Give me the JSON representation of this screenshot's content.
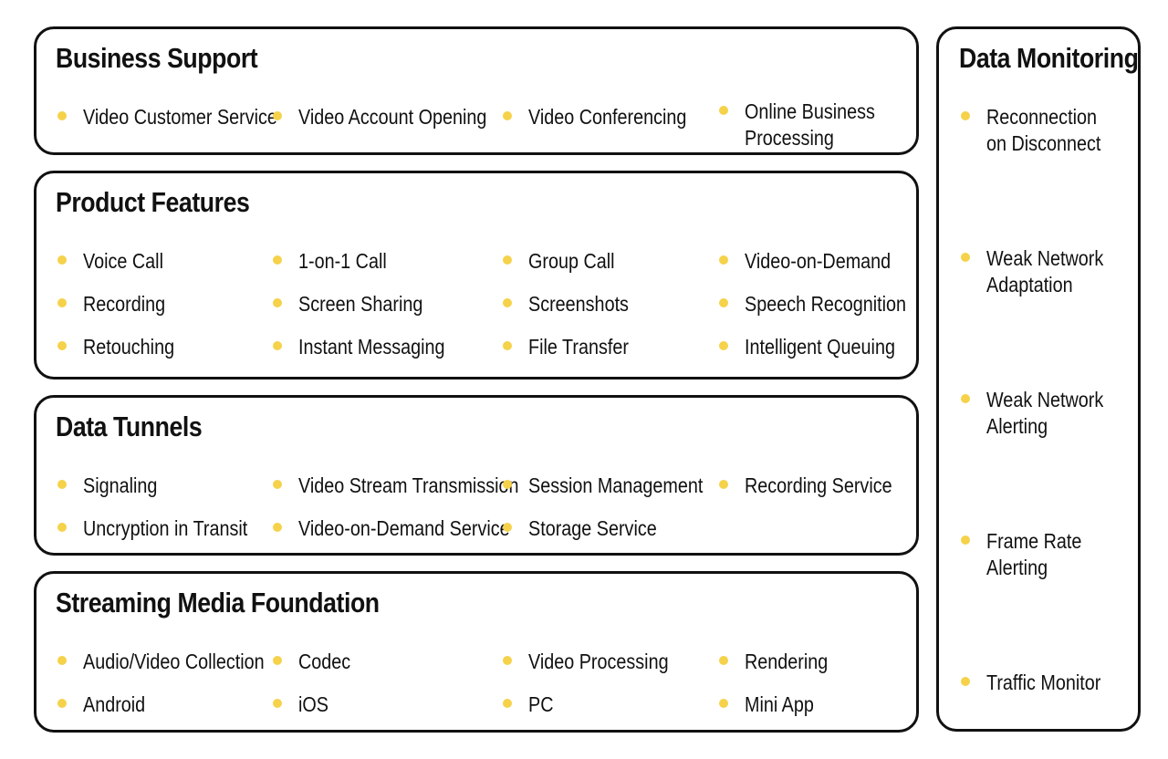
{
  "accent_color": "#F5D24A",
  "panels": {
    "business_support": {
      "title": "Business Support",
      "items": [
        "Video Customer Service",
        "Video Account Opening",
        "Video Conferencing",
        "Online Business\nProcessing"
      ]
    },
    "product_features": {
      "title": "Product Features",
      "items": [
        "Voice Call",
        "1-on-1 Call",
        "Group Call",
        "Video-on-Demand",
        "Recording",
        "Screen Sharing",
        "Screenshots",
        "Speech Recognition",
        "Retouching",
        "Instant Messaging",
        "File Transfer",
        "Intelligent Queuing"
      ]
    },
    "data_tunnels": {
      "title": "Data Tunnels",
      "items": [
        "Signaling",
        "Video Stream Transmission",
        "Session Management",
        "Recording Service",
        "Uncryption in Transit",
        "Video-on-Demand Service",
        "Storage Service"
      ]
    },
    "streaming_media_foundation": {
      "title": "Streaming Media Foundation",
      "items": [
        "Audio/Video Collection",
        "Codec",
        "Video Processing",
        "Rendering",
        "Android",
        "iOS",
        "PC",
        "Mini App"
      ]
    },
    "data_monitoring": {
      "title": "Data Monitoring",
      "items": [
        "Reconnection\non Disconnect",
        "Weak Network\nAdaptation",
        "Weak Network\nAlerting",
        "Frame Rate\nAlerting",
        "Traffic Monitor"
      ]
    }
  }
}
